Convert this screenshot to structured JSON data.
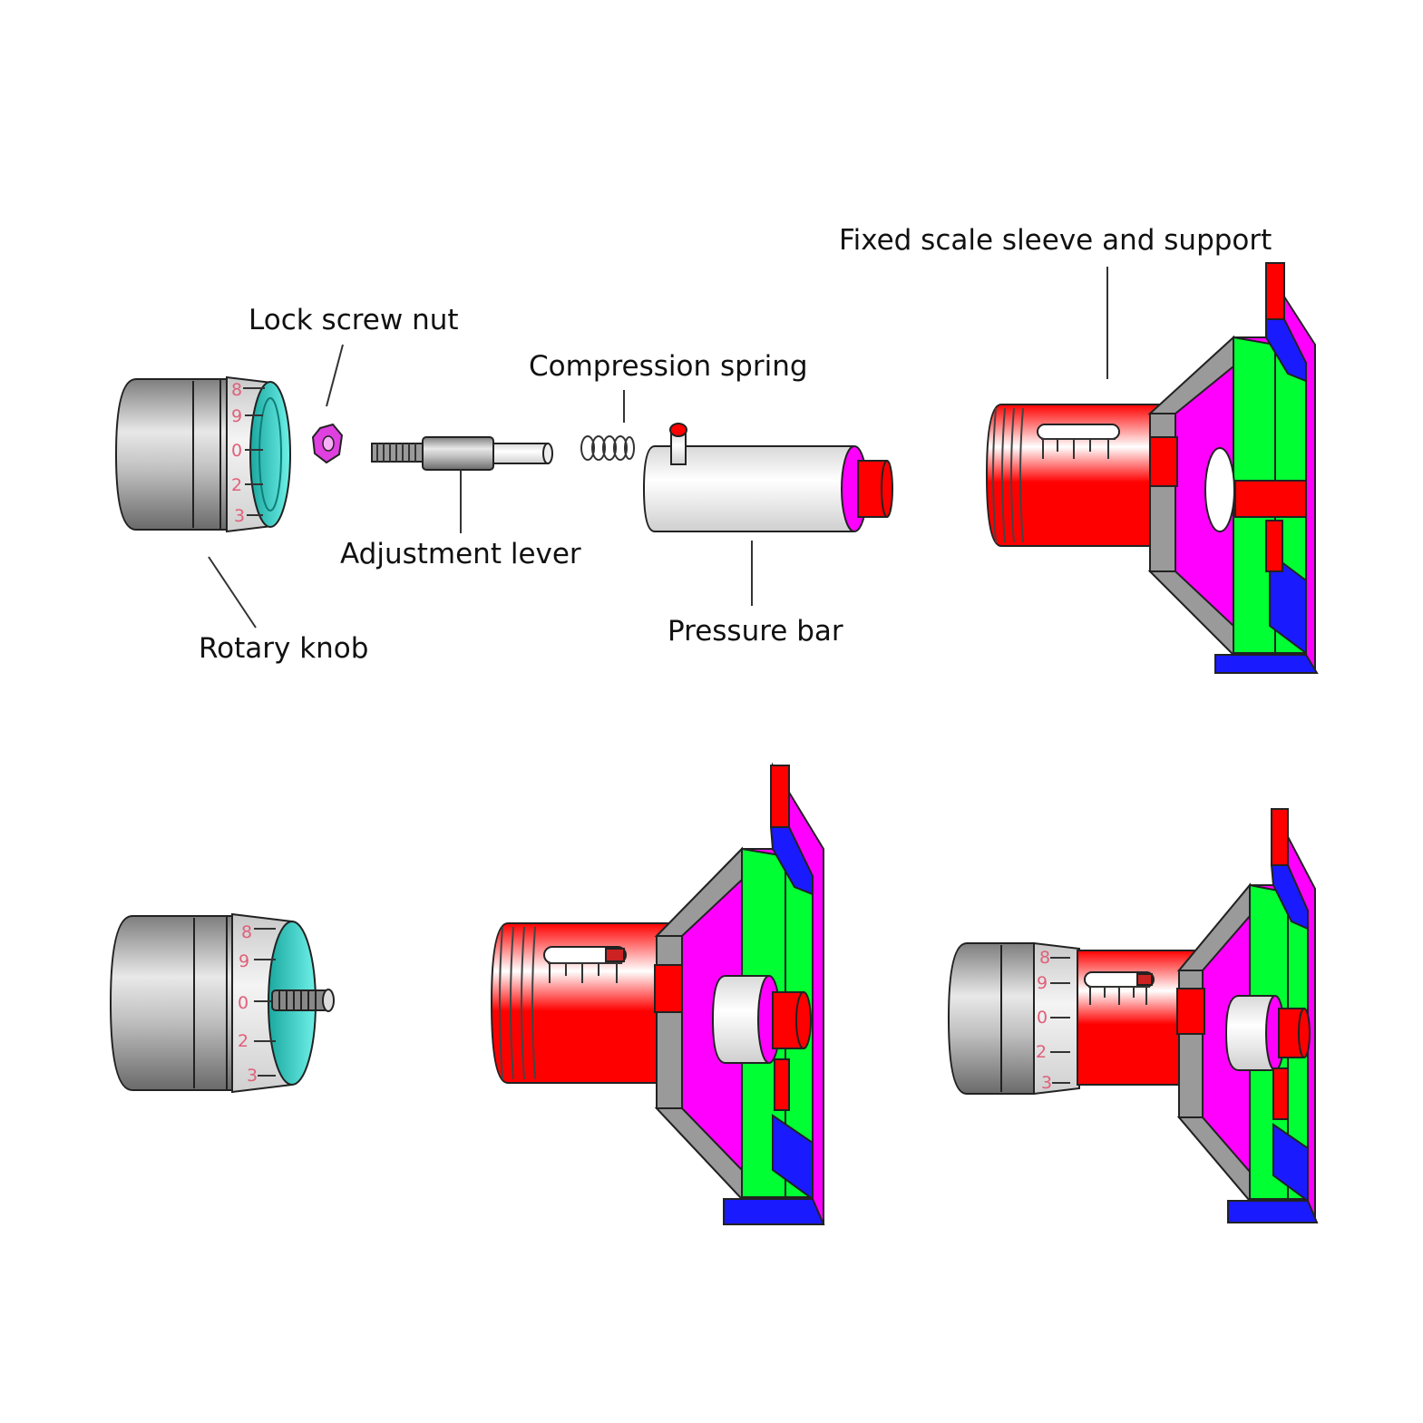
{
  "labels": {
    "fixed_sleeve": "Fixed scale sleeve and support",
    "lock_nut": "Lock screw nut",
    "compression_spring": "Compression spring",
    "adjustment_lever": "Adjustment lever",
    "pressure_bar": "Pressure bar",
    "rotary_knob": "Rotary knob"
  },
  "knob_scale": [
    "8",
    "9",
    "0",
    "2",
    "3"
  ],
  "colors": {
    "sleeve_red": "#ff0000",
    "flange_magenta": "#ff00ff",
    "plate_green": "#00ff33",
    "edge_blue": "#1a1aff",
    "bevel_gray": "#9a9a9a",
    "knob_gray": "#b8b8b8",
    "knob_inner_cyan": "#40d8d0"
  }
}
